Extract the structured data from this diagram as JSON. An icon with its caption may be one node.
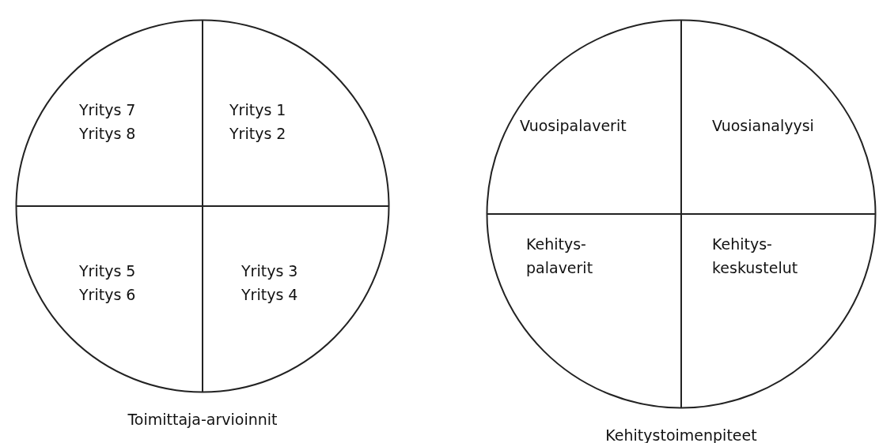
{
  "diagram": {
    "nodes": [
      {
        "text": [],
        "shape": "circle",
        "beside": [
          "Toimittaja-arvioinnit"
        ]
      },
      {
        "text": [
          "Yritys 7",
          "Yritys 8"
        ],
        "in": 0
      },
      {
        "text": [
          "Yritys 1",
          "Yritys 2"
        ],
        "in": 0
      },
      {
        "text": [
          "Yritys 5",
          "Yritys 6"
        ],
        "in": 0
      },
      {
        "text": [
          "Yritys 3",
          "Yritys 4"
        ],
        "in": 0
      },
      {
        "text": [],
        "shape": "circle",
        "beside": [
          "Kehitystoimenpiteet"
        ]
      },
      {
        "text": [
          "Vuosipalaverit"
        ],
        "in": 5
      },
      {
        "text": [
          "Vuosianalyysi"
        ],
        "in": 5
      },
      {
        "text": [
          "Kehitys- palaverit"
        ],
        "in": 5
      },
      {
        "text": [
          "Kehitys- keskustelut"
        ],
        "in": 5
      }
    ]
  }
}
